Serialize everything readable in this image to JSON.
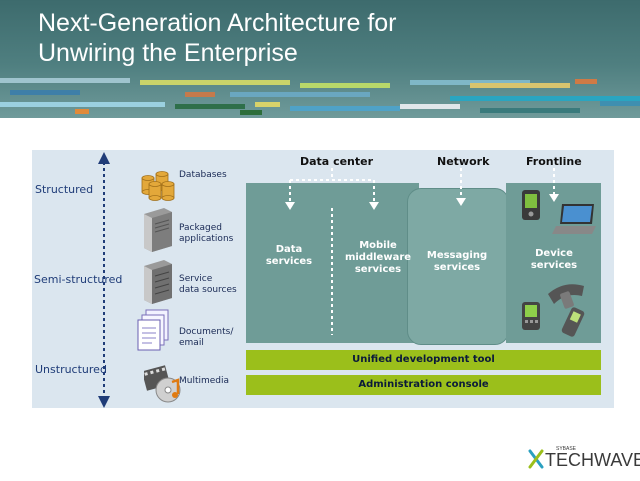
{
  "slide": {
    "title_line1": "Next-Generation Architecture for",
    "title_line2": "Unwiring the Enterprise"
  },
  "axis": {
    "structured": "Structured",
    "semi_structured": "Semi-structured",
    "unstructured": "Unstructured"
  },
  "sources": [
    {
      "line1": "Databases",
      "line2": ""
    },
    {
      "line1": "Packaged",
      "line2": "applications"
    },
    {
      "line1": "Service",
      "line2": "data sources"
    },
    {
      "line1": "Documents/",
      "line2": "email"
    },
    {
      "line1": "Multimedia",
      "line2": ""
    }
  ],
  "headers": {
    "data_center": "Data center",
    "network": "Network",
    "frontline": "Frontline"
  },
  "services": {
    "data": "Data\nservices",
    "mobile": "Mobile\nmiddleware\nservices",
    "messaging": "Messaging\nservices",
    "device": "Device\nservices"
  },
  "bars": {
    "unified": "Unified development tool",
    "admin": "Administration console"
  },
  "logo": {
    "brand": "TECHWAVE",
    "small": "SYBASE"
  },
  "colors": {
    "banner": "#4f7f80",
    "panel": "#6f9c97",
    "bar": "#9bbf1b",
    "diagram_bg": "#dbe6ef",
    "axis": "#1f3c78"
  }
}
